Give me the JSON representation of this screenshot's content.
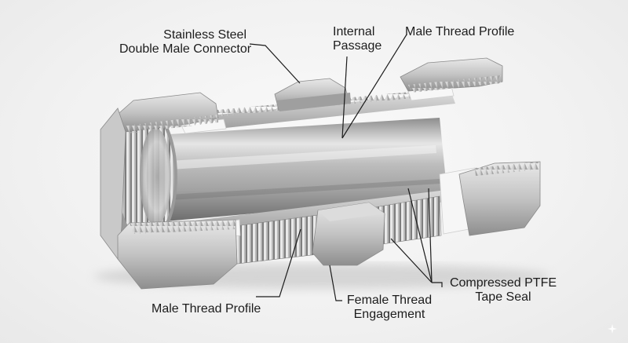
{
  "labels": {
    "connector": {
      "line1": "Stainless Steel",
      "line2": "Double Male Connector"
    },
    "passage": {
      "line1": "Internal",
      "line2": "Passage"
    },
    "male_top": "Male Thread Profile",
    "male_bottom": "Male Thread Profile",
    "female": {
      "line1": "Female Thread",
      "line2": "Engagement"
    },
    "ptfe": {
      "line1": "Compressed PTFE",
      "line2": "Tape Seal"
    }
  },
  "colors": {
    "background": "#f3f3f3",
    "steel_light": "#e2e2e2",
    "steel_mid": "#b7b7b7",
    "steel_dark": "#6f6f6f",
    "ptfe": "#f4f4f4",
    "text": "#1c1c1c"
  },
  "icons": {
    "watermark": "sparkle-icon"
  }
}
